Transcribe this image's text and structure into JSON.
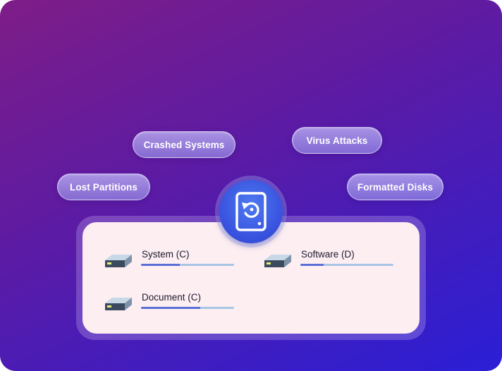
{
  "scenarios": {
    "crashed_systems": "Crashed Systems",
    "virus_attacks": "Virus Attacks",
    "lost_partitions": "Lost Partitions",
    "formatted_disks": "Formatted Disks"
  },
  "center_icon": "disk-recovery-icon",
  "drives": [
    {
      "label": "System (C)",
      "used": 0.42,
      "icon": "hard-drive-icon"
    },
    {
      "label": "Software (D)",
      "used": 0.25,
      "icon": "hard-drive-icon"
    },
    {
      "label": "Document (C)",
      "used": 0.64,
      "icon": "hard-drive-icon"
    }
  ],
  "colors": {
    "background_start": "#7e1d87",
    "background_end": "#2a1fd6",
    "panel": "#fdeef2",
    "bar_track": "#a9c5e6",
    "bar_fill": "#5a6fd8",
    "badge": "#3a55e0"
  }
}
